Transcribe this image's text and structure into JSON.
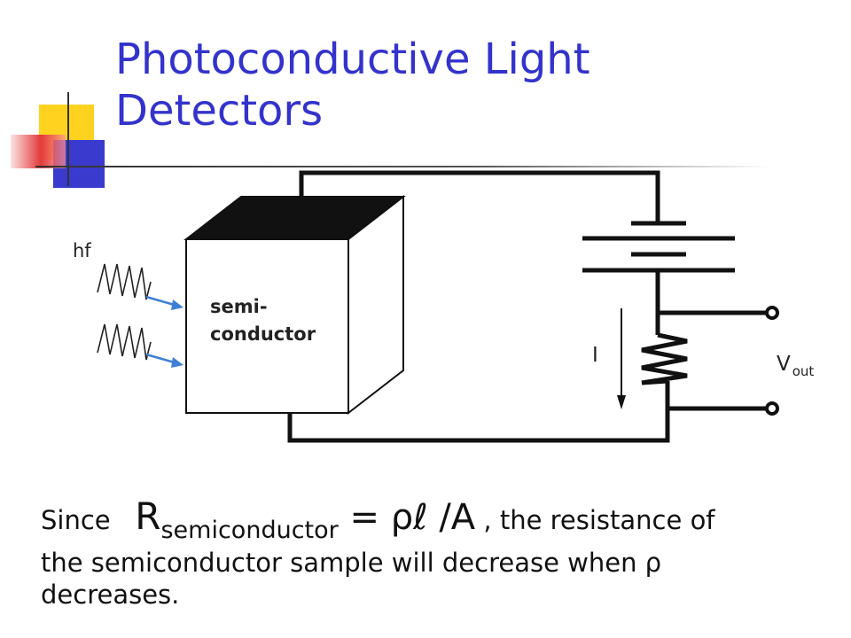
{
  "slide": {
    "title_line1": "Photoconductive Light",
    "title_line2": "Detectors",
    "accent_color": "#3333cc"
  },
  "diagram": {
    "photon_label": "hf",
    "sample_label_line1": "semi-",
    "sample_label_line2": "conductor",
    "current_label": "I",
    "vout_label": "V",
    "vout_subscript": "out"
  },
  "text": {
    "since": "Since",
    "r_symbol": "R",
    "r_subscript": "semiconductor",
    "equation": " = ρℓ /A",
    "rest_line1": " , the resistance of",
    "rest_line2": "the semiconductor sample will decrease when ρ",
    "rest_line3": "decreases."
  }
}
